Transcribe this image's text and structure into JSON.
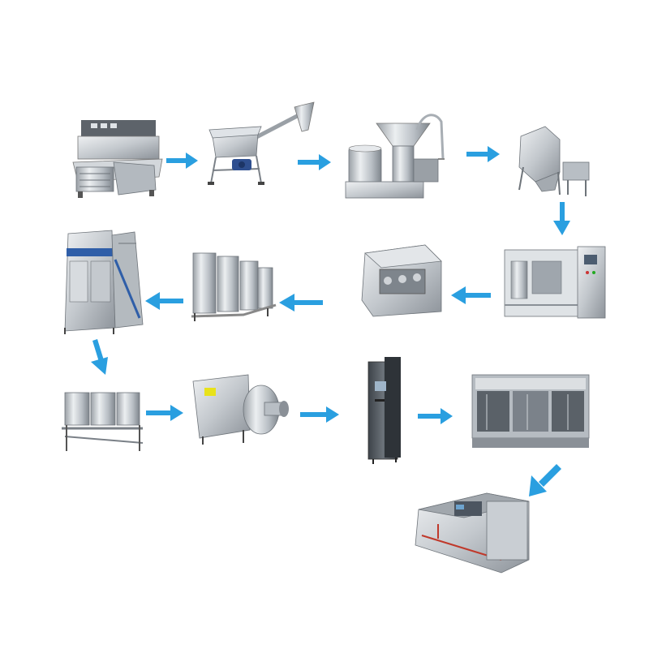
{
  "diagram": {
    "type": "process-flow",
    "arrow_color": "#2a9fe0",
    "machine_palette": [
      "#c9ced3",
      "#a7adb3",
      "#8a9097",
      "#e4e7ea",
      "#5a6067"
    ],
    "stations": [
      {
        "id": "crusher",
        "icon": "crusher-machine"
      },
      {
        "id": "screw-conveyor",
        "icon": "screw-conveyor-hopper"
      },
      {
        "id": "colloid-mill",
        "icon": "colloid-mill"
      },
      {
        "id": "mixing-tank",
        "icon": "conical-mixing-tank"
      },
      {
        "id": "sterilizer",
        "icon": "plate-sterilizer-panel"
      },
      {
        "id": "homogenizer",
        "icon": "high-pressure-homogenizer"
      },
      {
        "id": "storage-tanks",
        "icon": "storage-tank-row"
      },
      {
        "id": "aseptic-filler",
        "icon": "aseptic-filling-machine"
      },
      {
        "id": "cip-system",
        "icon": "cip-cleaning-tanks"
      },
      {
        "id": "centrifugal-pump",
        "icon": "centrifugal-pump"
      },
      {
        "id": "control-cabinet",
        "icon": "electric-control-cabinet"
      },
      {
        "id": "filling-machine",
        "icon": "bottle-filling-machine"
      },
      {
        "id": "spray-tunnel",
        "icon": "spray-cooling-tunnel"
      }
    ]
  }
}
